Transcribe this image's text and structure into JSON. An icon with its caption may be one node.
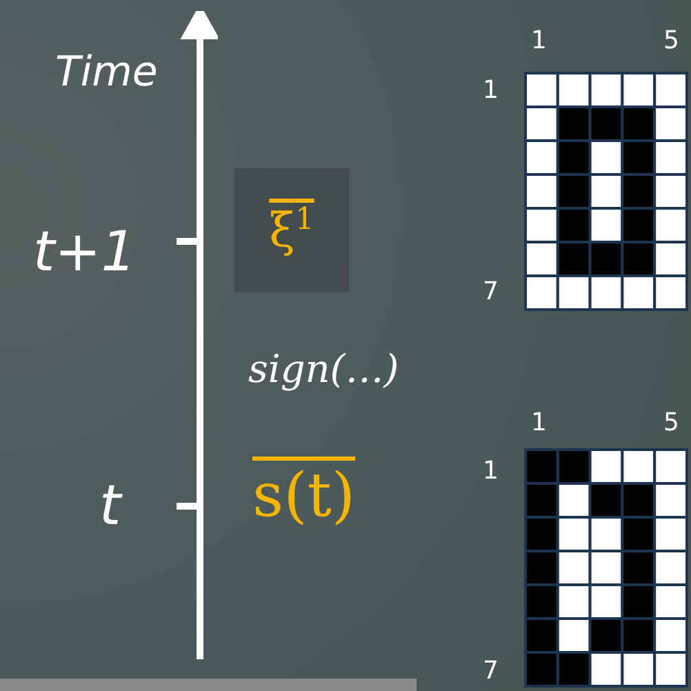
{
  "diagram": {
    "nodes": [
      {
        "text": [
          "ξ$^{1}$"
        ]
      }
    ],
    "labels": [
      "Time",
      "1",
      "5",
      "1",
      "t+1",
      "7",
      "sign(…)",
      "1",
      "5",
      "1",
      "t",
      "s(t)",
      "7"
    ]
  }
}
